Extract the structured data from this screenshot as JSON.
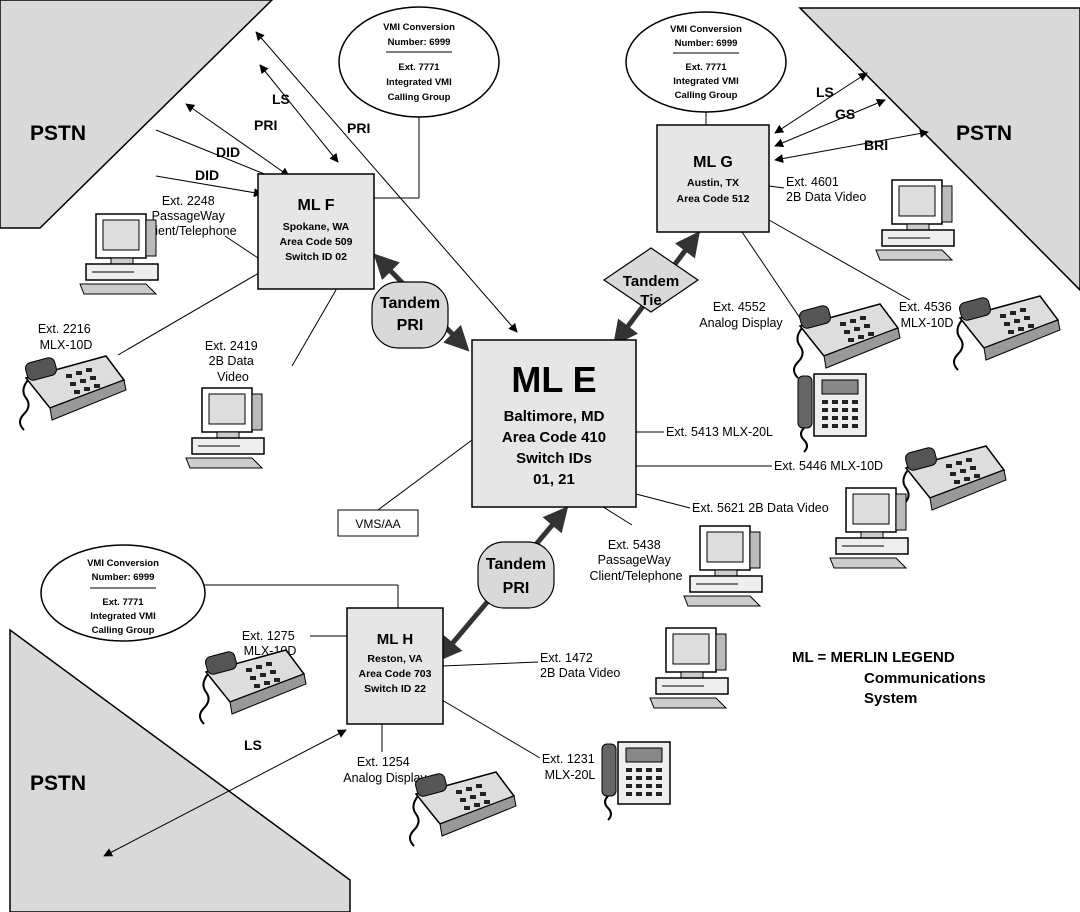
{
  "pstn_label": "PSTN",
  "vmi": {
    "line1": "VMI Conversion",
    "line2": "Number: 6999",
    "line3": "Ext. 7771",
    "line4": "Integrated VMI",
    "line5": "Calling Group"
  },
  "legend": {
    "line1": "ML = MERLIN LEGEND",
    "line2": "Communications",
    "line3": "System"
  },
  "trunks": {
    "ls": "LS",
    "pri": "PRI",
    "did": "DID",
    "gs": "GS",
    "bri": "BRI"
  },
  "tandem": {
    "tandem": "Tandem",
    "pri": "PRI",
    "tie": "Tie"
  },
  "vms": "VMS/AA",
  "switches": {
    "e": {
      "title": "ML E",
      "l1": "Baltimore, MD",
      "l2": "Area Code 410",
      "l3": "Switch IDs",
      "l4": "01, 21"
    },
    "f": {
      "title": "ML F",
      "l1": "Spokane, WA",
      "l2": "Area Code 509",
      "l3": "Switch ID 02"
    },
    "g": {
      "title": "ML G",
      "l1": "Austin, TX",
      "l2": "Area Code 512"
    },
    "h": {
      "title": "ML H",
      "l1": "Reston, VA",
      "l2": "Area Code 703",
      "l3": "Switch ID 22"
    }
  },
  "ext": {
    "e2248": {
      "l1": "Ext. 2248",
      "l2": "PassageWay",
      "l3": "Client/Telephone"
    },
    "e2216": {
      "l1": "Ext. 2216",
      "l2": "MLX-10D"
    },
    "e2419": {
      "l1": "Ext. 2419",
      "l2": "2B Data",
      "l3": "Video"
    },
    "e4601": {
      "l1": "Ext. 4601",
      "l2": "2B Data Video"
    },
    "e4552": {
      "l1": "Ext. 4552",
      "l2": "Analog Display"
    },
    "e4536": {
      "l1": "Ext. 4536",
      "l2": "MLX-10D"
    },
    "e5413": "Ext. 5413 MLX-20L",
    "e5446": "Ext. 5446 MLX-10D",
    "e5621": "Ext. 5621 2B Data Video",
    "e5438": {
      "l1": "Ext. 5438",
      "l2": "PassageWay",
      "l3": "Client/Telephone"
    },
    "e1275": {
      "l1": "Ext. 1275",
      "l2": "MLX-10D"
    },
    "e1472": {
      "l1": "Ext. 1472",
      "l2": "2B Data Video"
    },
    "e1254": {
      "l1": "Ext. 1254",
      "l2": "Analog Display"
    },
    "e1231": {
      "l1": "Ext. 1231",
      "l2": "MLX-20L"
    }
  }
}
